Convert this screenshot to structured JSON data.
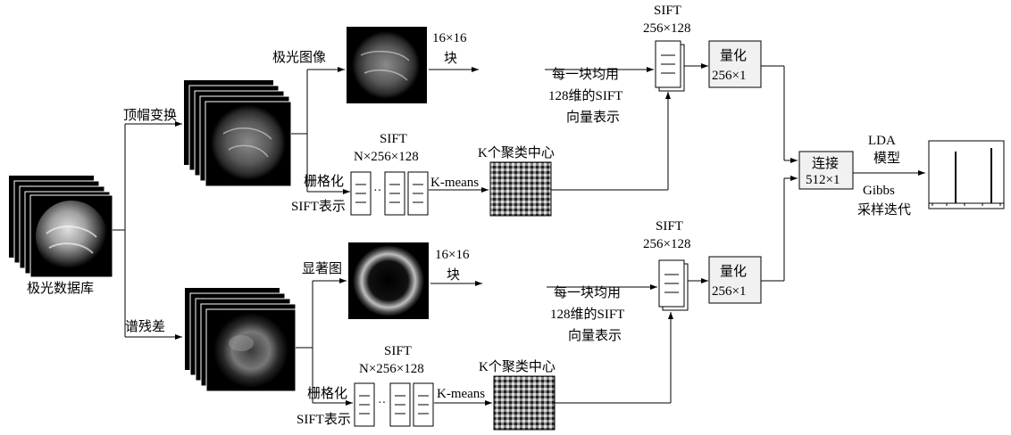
{
  "labels": {
    "db": "极光数据库",
    "tophat": "顶帽变换",
    "residual": "谱残差",
    "aurora_img": "极光图像",
    "saliency": "显著图",
    "block_top": "16×16",
    "block_top2": "块",
    "block_bot": "16×16",
    "block_bot2": "块",
    "grid_top": "栅格化",
    "grid_top2": "SIFT表示",
    "grid_bot": "栅格化",
    "grid_bot2": "SIFT表示",
    "sift_top": "SIFT",
    "sift_top_dims": "N×256×128",
    "sift_bot": "SIFT",
    "sift_bot_dims": "N×256×128",
    "kmeans_top": "K-means",
    "kmeans_bot": "K-means",
    "centers_top": "K个聚类中心",
    "centers_bot": "K个聚类中心",
    "desc_top_1": "每一块均用",
    "desc_top_2": "128维的SIFT",
    "desc_top_3": "向量表示",
    "desc_bot_1": "每一块均用",
    "desc_bot_2": "128维的SIFT",
    "desc_bot_3": "向量表示",
    "sift_r_top": "SIFT",
    "sift_r_top_dims": "256×128",
    "sift_r_bot": "SIFT",
    "sift_r_bot_dims": "256×128",
    "quant_top": "量化",
    "quant_top_dims": "256×1",
    "quant_bot": "量化",
    "quant_bot_dims": "256×1",
    "concat": "连接",
    "concat_dims": "512×1",
    "lda": "LDA",
    "lda2": "模型",
    "gibbs": "Gibbs",
    "gibbs2": "采样迭代"
  },
  "icons": {
    "aurora_thumb": "aurora-image-icon",
    "saliency_thumb": "saliency-map-icon",
    "codebook": "cluster-centers-icon",
    "histogram": "topic-histogram-icon"
  }
}
